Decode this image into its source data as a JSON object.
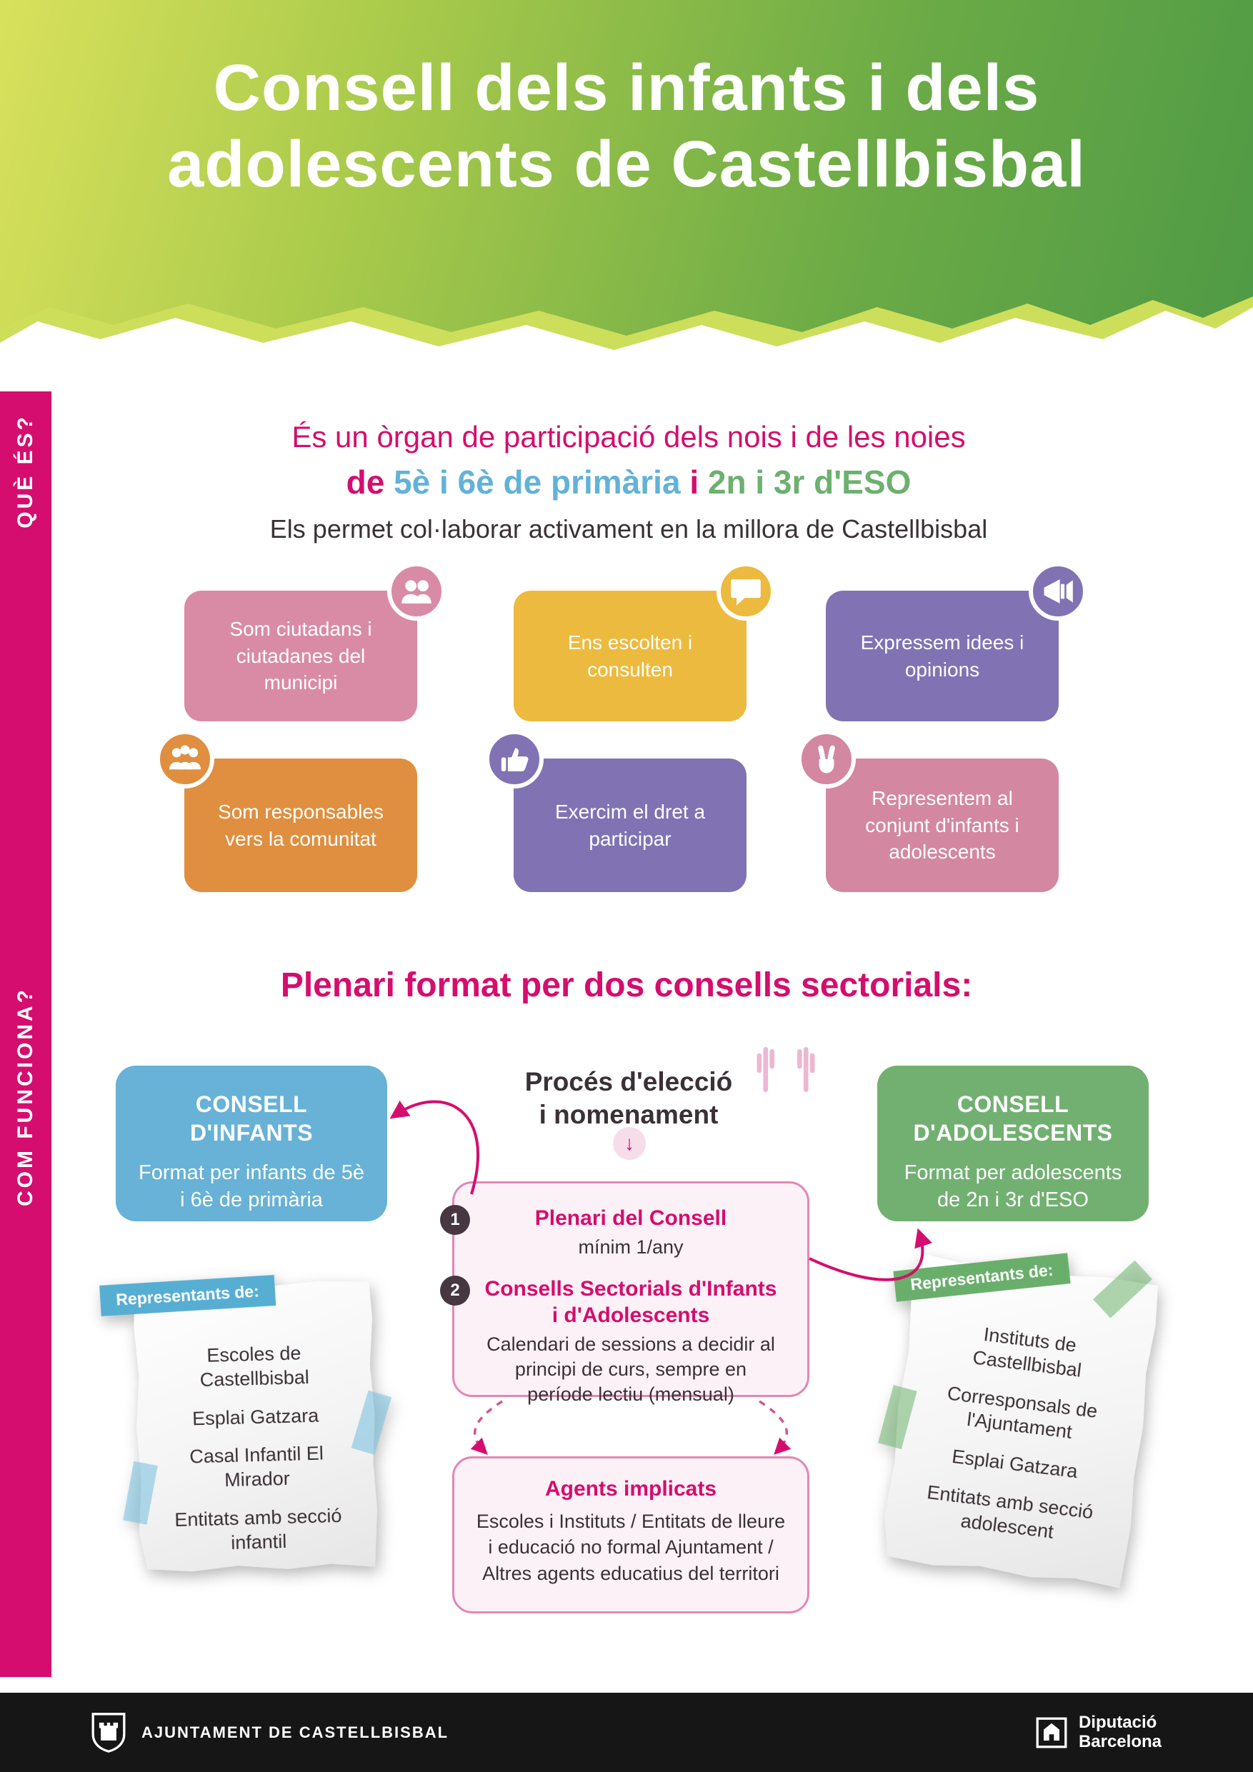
{
  "header": {
    "title_line1": "Consell dels infants i dels",
    "title_line2": "adolescents de Castellbisbal"
  },
  "sidebar": {
    "section1": "QUÈ ÉS?",
    "section2": "COM FUNCIONA?"
  },
  "intro": {
    "line1": "És un òrgan de participació dels nois i de les noies",
    "line2_pre": "de ",
    "line2_blue": "5è i 6è de primària",
    "line2_mid": " i ",
    "line2_green": "2n i 3r d'ESO",
    "line3": "Els permet col·laborar activament en la millora de Castellbisbal"
  },
  "feature_cards": [
    {
      "text": "Som ciutadans i ciutadanes del municipi",
      "color": "#d98ba6",
      "icon": "people-icon"
    },
    {
      "text": "Ens escolten i consulten",
      "color": "#ecba3e",
      "icon": "speech-bubble-icon"
    },
    {
      "text": "Expressem idees i opinions",
      "color": "#8172b4",
      "icon": "megaphone-icon"
    },
    {
      "text": "Som responsables vers la comunitat",
      "color": "#df8f3f",
      "icon": "community-icon"
    },
    {
      "text": "Exercim el dret a participar",
      "color": "#8172b4",
      "icon": "thumbs-up-icon"
    },
    {
      "text": "Representem al conjunt d'infants i adolescents",
      "color": "#d387a0",
      "icon": "victory-hand-icon"
    }
  ],
  "how": {
    "heading": "Plenari format per dos consells sectorials:",
    "consell_infants": {
      "title": "CONSELL D'INFANTS",
      "subtitle": "Format per infants de 5è i 6è de primària",
      "color": "#67b2d6"
    },
    "consell_adolescents": {
      "title": "CONSELL D'ADOLESCENTS",
      "subtitle": "Format per adolescents de 2n i 3r d'ESO",
      "color": "#72b072"
    },
    "process": {
      "title_line1": "Procés d'elecció",
      "title_line2": "i nomenament",
      "icon": "raised-hands-icon",
      "arrow": "↓"
    },
    "steps": [
      {
        "num": "1",
        "title": "Plenari del Consell",
        "desc": "mínim 1/any"
      },
      {
        "num": "2",
        "title": "Consells Sectorials d'Infants i d'Adolescents",
        "desc": "Calendari de sessions a decidir al principi de curs, sempre en període lectiu (mensual)"
      }
    ],
    "agents": {
      "title": "Agents implicats",
      "desc": "Escoles i Instituts / Entitats de lleure i educació no formal Ajuntament / Altres agents educatius del territori"
    },
    "note_left": {
      "label": "Representants de:",
      "label_color": "#57aed3",
      "items": [
        "Escoles de Castellbisbal",
        "Esplai Gatzara",
        "Casal Infantil El Mirador",
        "Entitats amb secció infantil"
      ]
    },
    "note_right": {
      "label": "Representants de:",
      "label_color": "#6aae6c",
      "items": [
        "Instituts de Castellbisbal",
        "Corresponsals de l'Ajuntament",
        "Esplai Gatzara",
        "Entitats amb secció adolescent"
      ]
    }
  },
  "footer": {
    "left_label": "AJUNTAMENT DE CASTELLBISBAL",
    "left_icon": "castellbisbal-crest-icon",
    "right_line1": "Diputació",
    "right_line2": "Barcelona",
    "right_icon": "diputacio-logo-icon"
  },
  "colors": {
    "magenta": "#d50d6e",
    "header_green_light": "#d9e15c",
    "header_green_dark": "#4f9a45",
    "dark_text": "#3a3136",
    "pink_box_border": "#e287b5",
    "pink_box_bg": "#fcf1f7",
    "footer_bg": "#161616"
  }
}
